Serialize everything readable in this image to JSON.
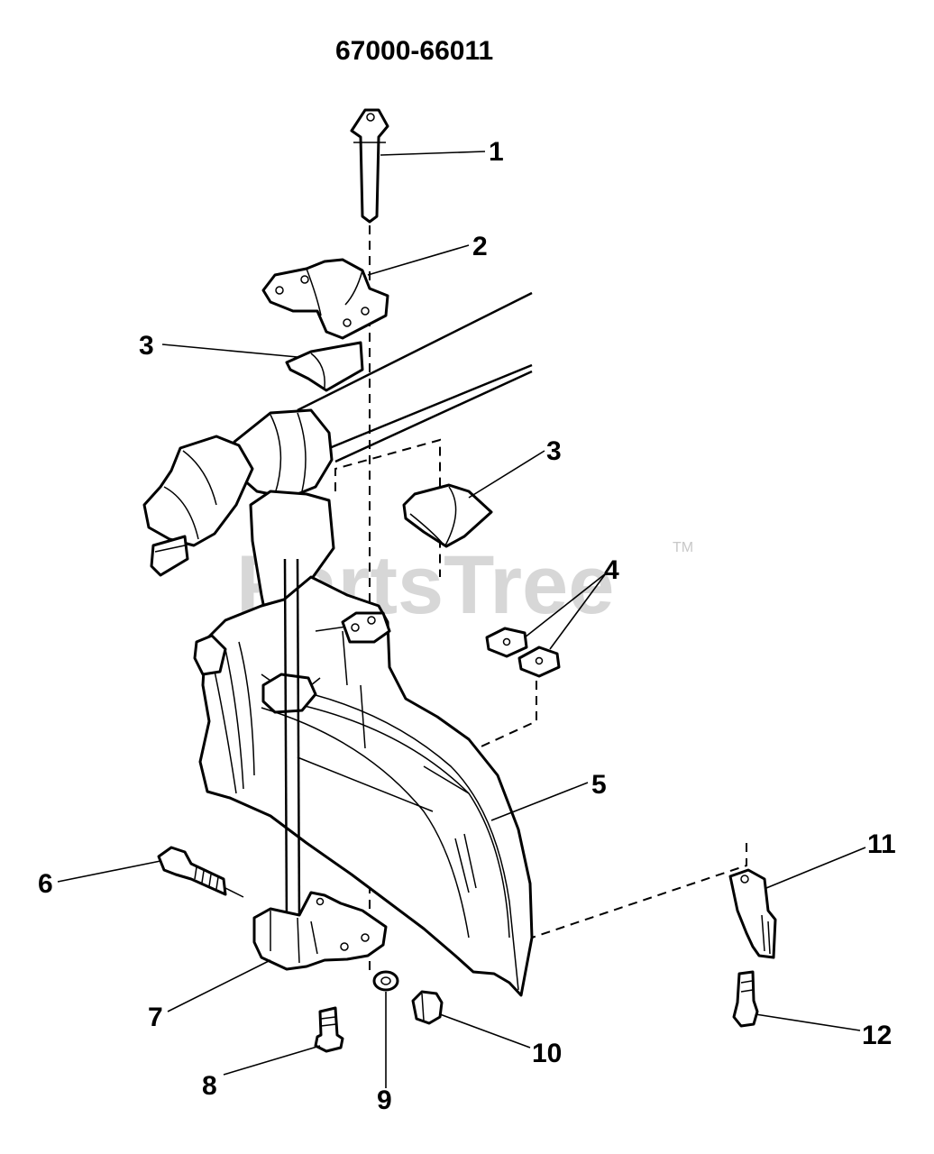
{
  "title": "67000-66011",
  "watermark": {
    "text": "PartsTree",
    "trademark": "TM"
  },
  "callouts": [
    "1",
    "2",
    "3",
    "3",
    "4",
    "5",
    "6",
    "7",
    "8",
    "9",
    "10",
    "11",
    "12"
  ]
}
